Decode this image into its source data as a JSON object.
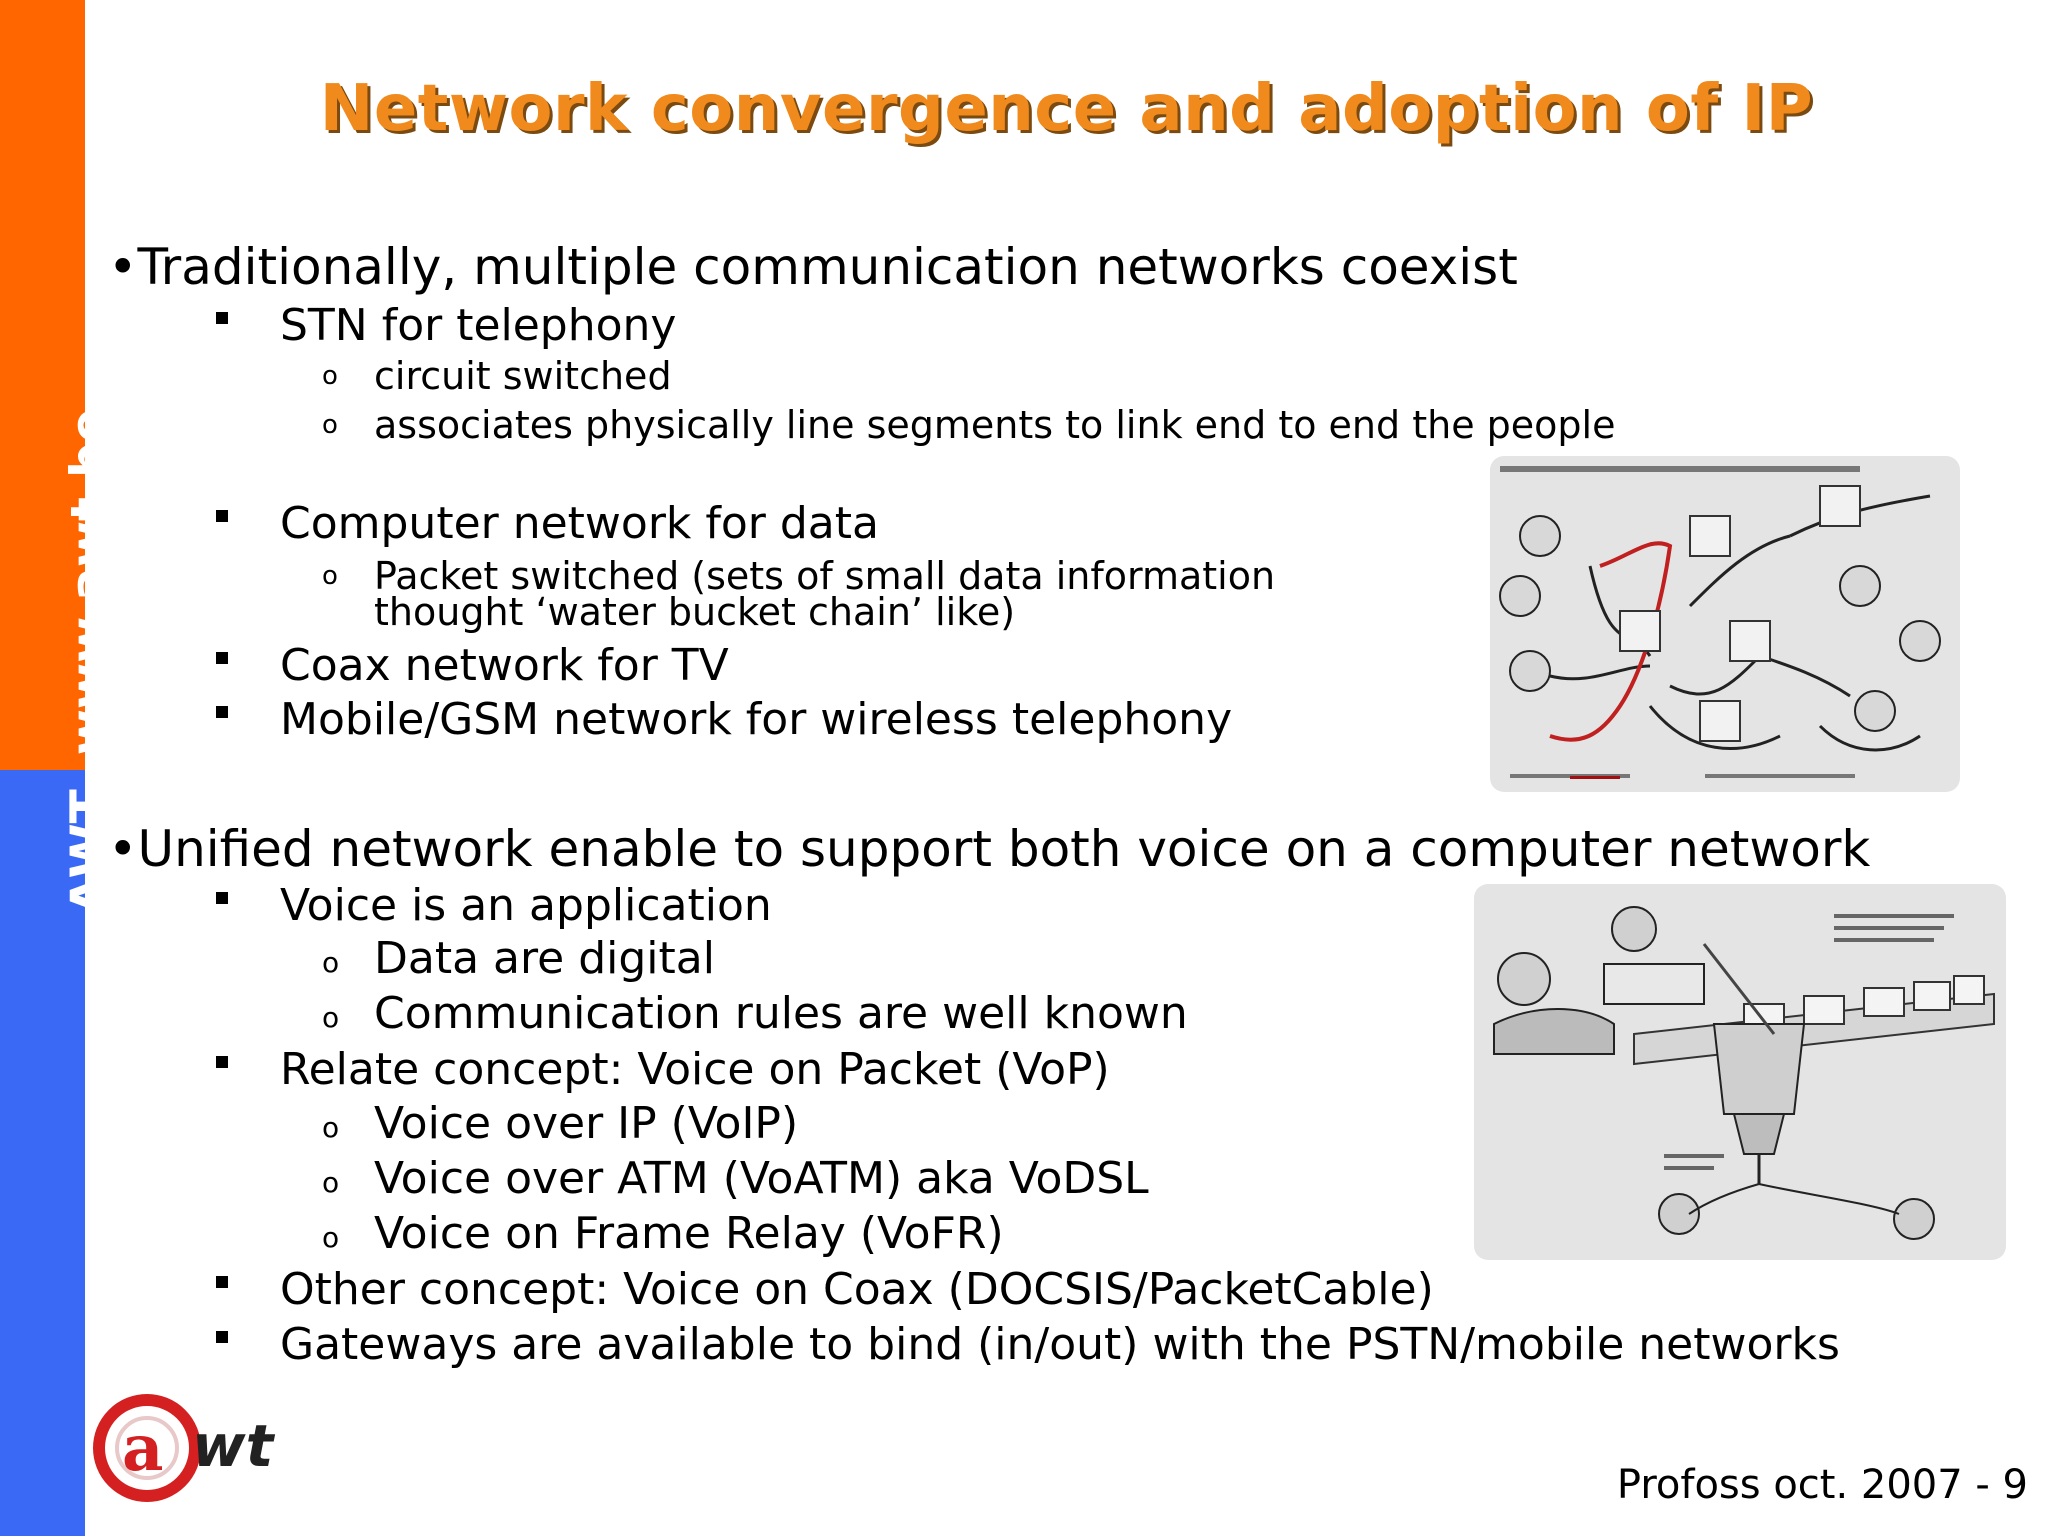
{
  "sidebar": {
    "brand": "AWT",
    "site": "www.awt.be"
  },
  "title": "Network convergence and adoption of IP",
  "section1": {
    "heading": "•Traditionally, multiple communication networks coexist",
    "stn": "STN for telephony",
    "stn_sub1": "circuit switched",
    "stn_sub2": "associates physically line segments to link end to end the people",
    "computer": "Computer network for data",
    "packet_line1": "Packet switched (sets of small data information",
    "packet_line2": "thought ‘water bucket chain’ like)",
    "coax": "Coax network for TV",
    "mobile": "Mobile/GSM network for wireless telephony"
  },
  "section2": {
    "heading": "•Unified network enable to support both voice on a computer network",
    "voice_app": "Voice is an application",
    "data_digital": "Data are digital",
    "comm_rules": "Communication rules are well known",
    "relate": "Relate concept: Voice on Packet (VoP)",
    "voip": "Voice over IP (VoIP)",
    "voatm": "Voice over ATM (VoATM) aka VoDSL",
    "vofr": "Voice on Frame Relay (VoFR)",
    "other": "Other concept: Voice on Coax (DOCSIS/PacketCable)",
    "gateways": "Gateways are available to bind (in/out) with the PSTN/mobile networks"
  },
  "sub_marker": "o",
  "footer": "Profoss  oct. 2007 - 9",
  "logo": {
    "text": "@wt",
    "color": "#d42020"
  },
  "colors": {
    "orange": "#ff6600",
    "blue": "#3a6af5",
    "title": "#f08a1c"
  }
}
